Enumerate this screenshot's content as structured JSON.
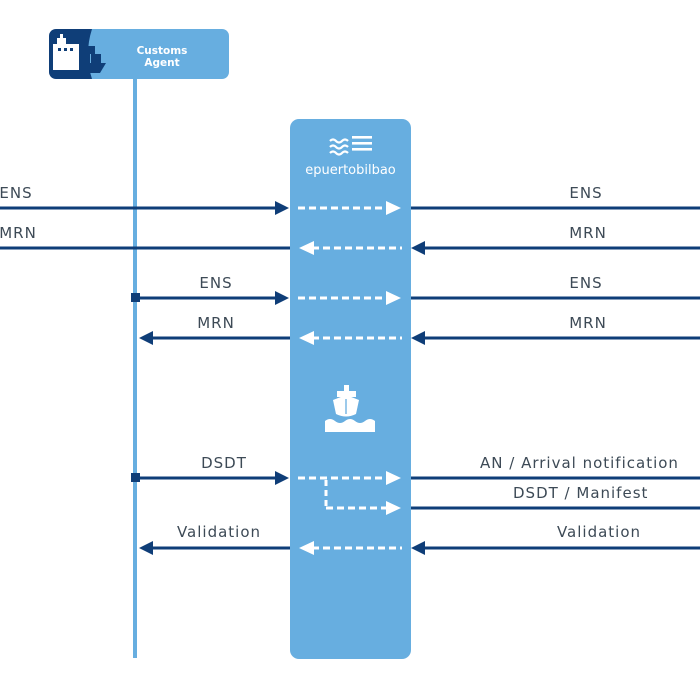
{
  "actor": {
    "line1": "Customs",
    "line2": "Agent"
  },
  "port": {
    "name": "epuertobilbao"
  },
  "messages": {
    "ens_1": "ENS",
    "mrn_1": "MRN",
    "ens_left": "ENS",
    "mrn_left": "MRN",
    "ens_2": "ENS",
    "mrn_2": "MRN",
    "ens_3": "ENS",
    "mrn_3": "MRN",
    "dsdt": "DSDT",
    "arrival": "AN / Arrival notification",
    "dsdt_manifest": "DSDT / Manifest",
    "validation_left": "Validation",
    "validation_right": "Validation"
  },
  "icons": {
    "actor_icon": "ship-containers-icon",
    "logo_icon": "waves-icon",
    "arrival_icon": "ship-on-water-icon"
  },
  "colors": {
    "dark_blue": "#0f3e78",
    "light_blue": "#67aee0",
    "label_grey": "#3d4a56",
    "white": "#ffffff"
  }
}
